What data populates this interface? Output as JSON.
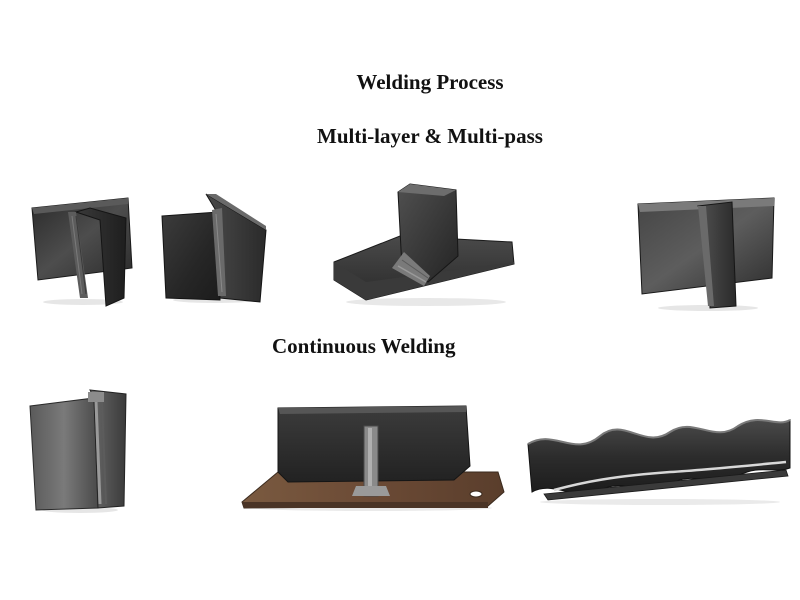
{
  "headings": {
    "title": "Welding Process",
    "multi_pass": "Multi-layer & Multi-pass",
    "continuous": "Continuous Welding"
  },
  "colors": {
    "background": "#ffffff",
    "text": "#111111",
    "steel_dark": "#2e2e2e",
    "steel_mid": "#4a4a4a",
    "steel_light": "#6e6e6e",
    "weld_bead": "#8a8a8a",
    "rust": "#6b4a35"
  }
}
